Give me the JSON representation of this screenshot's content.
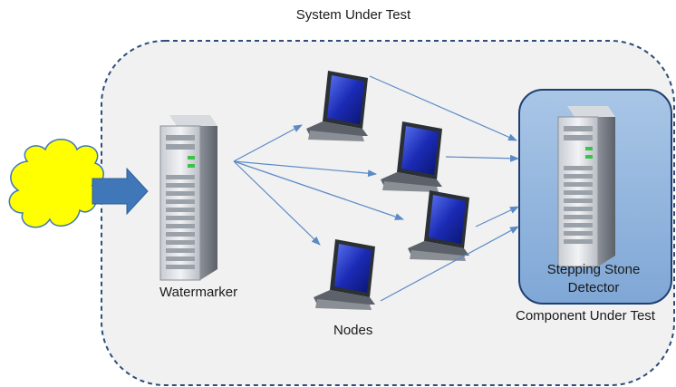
{
  "title": "System Under Test",
  "watermarker": "Watermarker",
  "nodes": "Nodes",
  "detector": [
    "Stepping Stone",
    "Detector"
  ],
  "component": "Component Under Test",
  "colors": {
    "boundary": "#2e4d7a",
    "boundary_fill": "#f1f1f1",
    "component_fill": "#8fb4dc",
    "cloud": "#ffff00",
    "arrow": "#3f77b8",
    "link": "#5b8ac6",
    "screen": "#1d2fb0"
  },
  "icons": [
    "cloud-icon",
    "server-icon",
    "laptop-icon"
  ]
}
